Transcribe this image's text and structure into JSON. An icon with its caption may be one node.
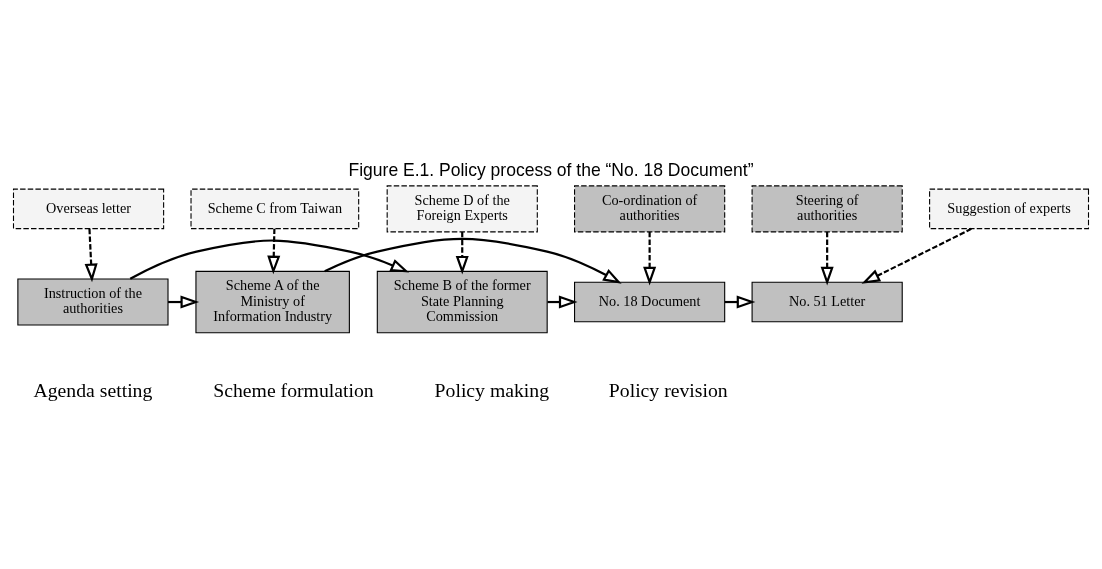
{
  "diagram": {
    "title": "Figure E.1. Policy process of the “No. 18 Document”",
    "nodes": [
      {
        "text": [
          "Overseas letter"
        ]
      },
      {
        "text": [
          "Instruction of the authorities"
        ]
      },
      {
        "text": [
          "Scheme C from Taiwan"
        ]
      },
      {
        "text": [
          "Scheme A of the Ministry of Information Industry"
        ]
      },
      {
        "text": [
          "Scheme B of the former State Planning Commission"
        ]
      },
      {
        "text": [
          "Scheme D of the Foreign Experts"
        ]
      },
      {
        "text": [
          "Co-ordination of authorities"
        ]
      },
      {
        "text": [
          "No. 18 Document"
        ]
      },
      {
        "text": [
          "Steering of authorities"
        ]
      },
      {
        "text": [
          "No. 51 Letter"
        ]
      },
      {
        "text": [
          "Suggestion of experts"
        ]
      }
    ],
    "edges": [
      {
        "from": 0,
        "to": 1,
        "arrow": "to",
        "style": "dashed"
      },
      {
        "from": 2,
        "to": 3,
        "arrow": "to",
        "style": "dashed"
      },
      {
        "from": 1,
        "to": 3,
        "arrow": "to"
      },
      {
        "from": 1,
        "to": 4,
        "arrow": "to"
      },
      {
        "from": 5,
        "to": 4,
        "arrow": "to",
        "style": "dashed"
      },
      {
        "from": 3,
        "to": 7,
        "arrow": "to"
      },
      {
        "from": 4,
        "to": 7,
        "arrow": "to"
      },
      {
        "from": 6,
        "to": 7,
        "arrow": "to",
        "style": "dashed"
      },
      {
        "from": 7,
        "to": 9,
        "arrow": "to"
      },
      {
        "from": 8,
        "to": 9,
        "arrow": "to",
        "style": "dashed"
      },
      {
        "from": 10,
        "to": 9,
        "arrow": "to",
        "style": "dashed"
      }
    ],
    "labels": [
      "Agenda setting",
      "Scheme formulation",
      "Policy making",
      "Policy revision"
    ]
  }
}
